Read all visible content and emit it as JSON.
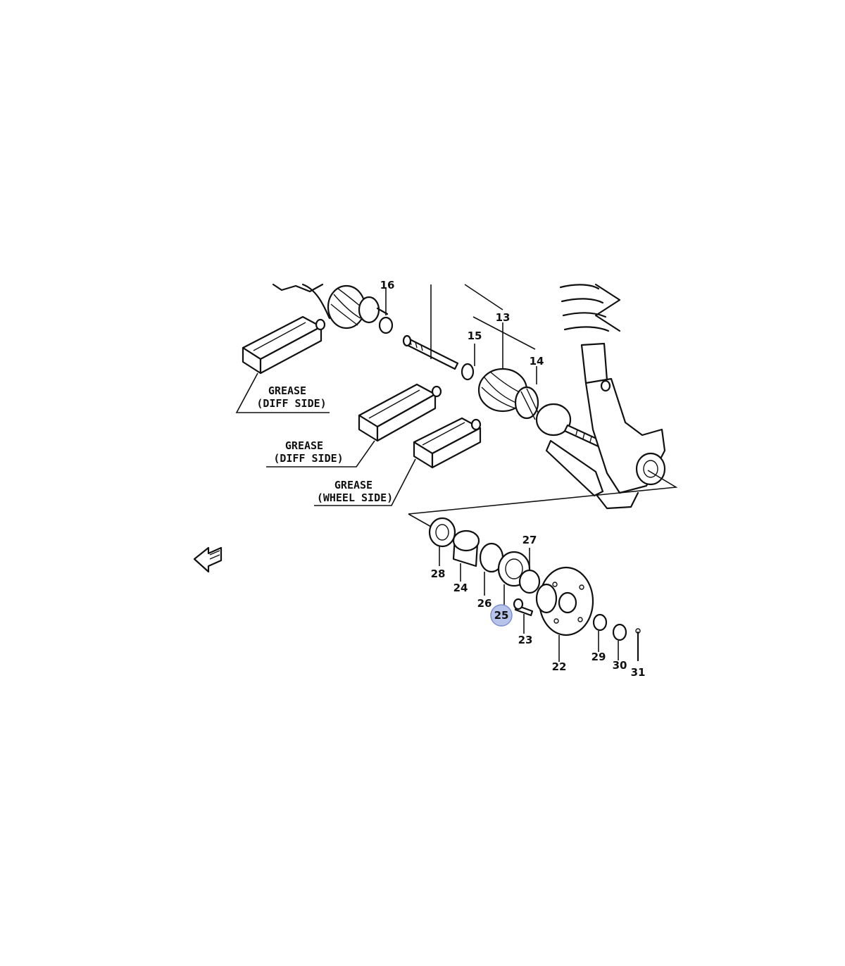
{
  "parts": {
    "p13": "13",
    "p14": "14",
    "p15": "15",
    "p16": "16",
    "p22": "22",
    "p23": "23",
    "p24": "24",
    "p25": "25",
    "p26": "26",
    "p27": "27",
    "p28": "28",
    "p29": "29",
    "p30": "30",
    "p31": "31"
  },
  "labels": {
    "grease_diff_1": {
      "line1": "GREASE",
      "line2": "(DIFF SIDE)"
    },
    "grease_diff_2": {
      "line1": "GREASE",
      "line2": "(DIFF SIDE)"
    },
    "grease_wheel": {
      "line1": "GREASE",
      "line2": "(WHEEL SIDE)"
    }
  },
  "highlight": {
    "part": "25",
    "color": "#aab8e6"
  }
}
